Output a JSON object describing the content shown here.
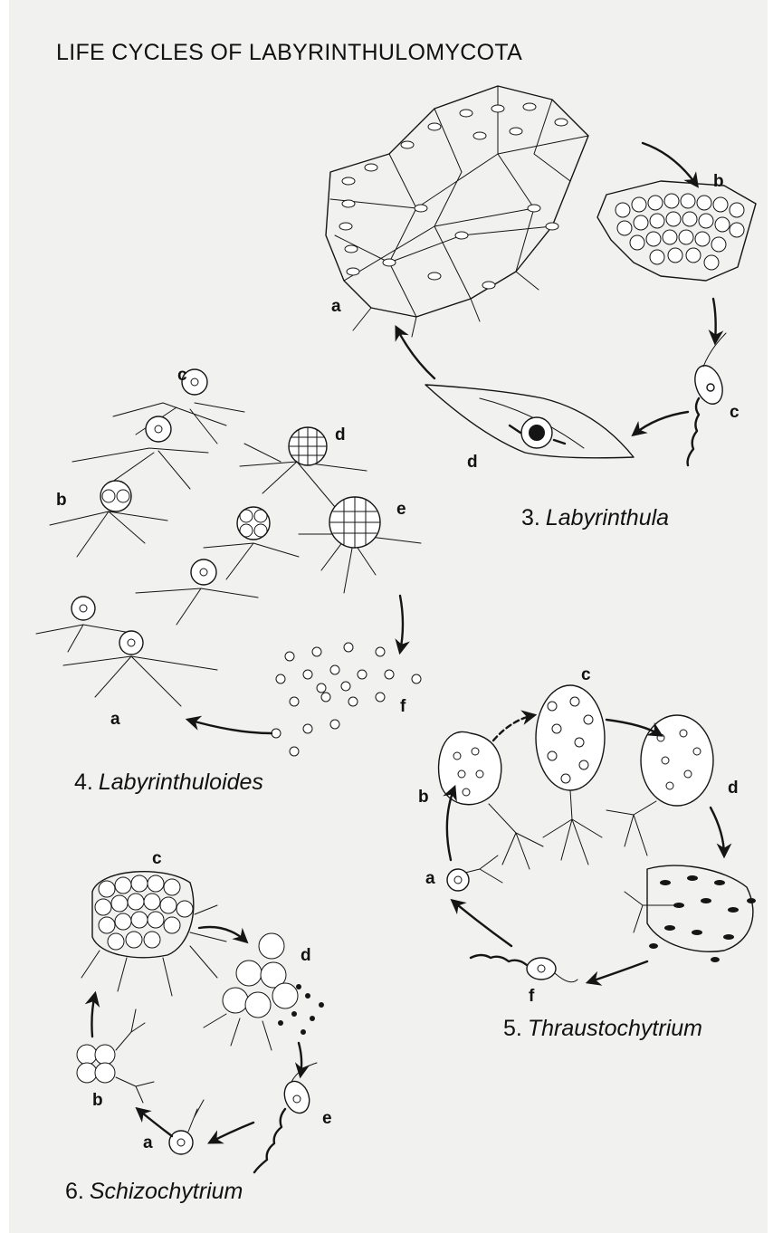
{
  "title": "LIFE CYCLES OF LABYRINTHULOMYCOTA",
  "panels": {
    "labyrinthula": {
      "number": "3.",
      "genus": "Labyrinthula",
      "stage_labels": {
        "a": "a",
        "b": "b",
        "c": "c",
        "d": "d"
      }
    },
    "labyrinthuloides": {
      "number": "4.",
      "genus": "Labyrinthuloides",
      "stage_labels": {
        "a": "a",
        "b": "b",
        "c": "c",
        "d": "d",
        "e": "e",
        "f": "f"
      }
    },
    "thraustochytrium": {
      "number": "5.",
      "genus": "Thraustochytrium",
      "stage_labels": {
        "a": "a",
        "b": "b",
        "c": "c",
        "d": "d",
        "f": "f"
      }
    },
    "schizochytrium": {
      "number": "6.",
      "genus": "Schizochytrium",
      "stage_labels": {
        "a": "a",
        "b": "b",
        "c": "c",
        "d": "d",
        "e": "e"
      }
    }
  },
  "colors": {
    "ink": "#151515",
    "paper": "#f1f1ef"
  }
}
